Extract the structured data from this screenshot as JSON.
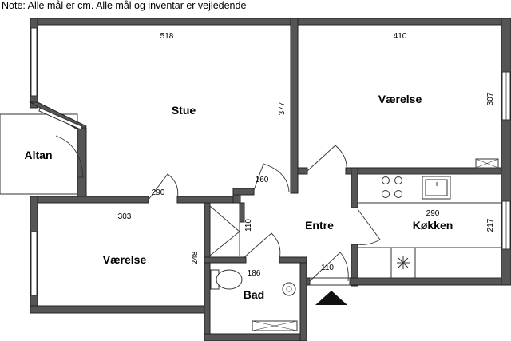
{
  "note": "Note: Alle mål er cm. Alle mål og inventar er vejledende",
  "rooms": {
    "stue": "Stue",
    "vaerelse_top": "Værelse",
    "altan": "Altan",
    "vaerelse_bottom": "Værelse",
    "entre": "Entre",
    "koekken": "Køkken",
    "bad": "Bad"
  },
  "dimensions": {
    "stue_width": "518",
    "stue_height": "377",
    "vaerelse_top_width": "410",
    "vaerelse_top_height": "307",
    "stue_door": "290",
    "entre_door": "160",
    "vaerelse_bottom_width": "303",
    "vaerelse_bottom_height": "248",
    "closet": "110",
    "koekken_width": "290",
    "koekken_height": "217",
    "bad_width": "186",
    "entrance_door": "110"
  }
}
